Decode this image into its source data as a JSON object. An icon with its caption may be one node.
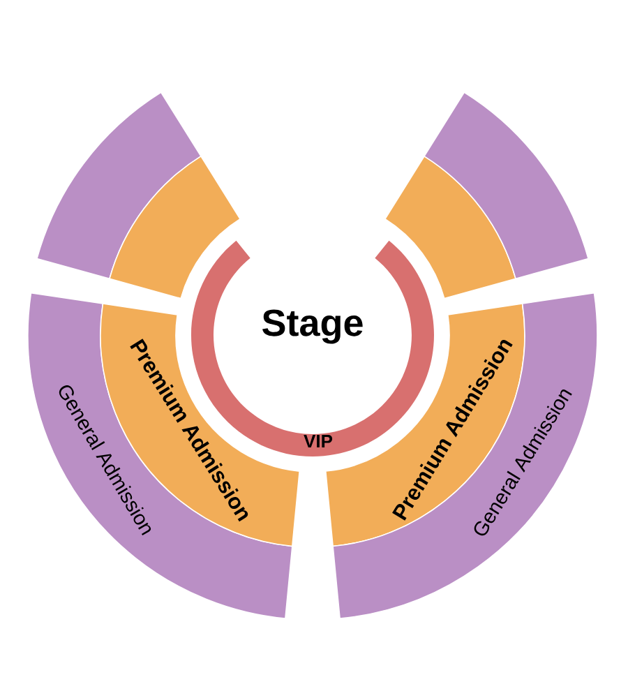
{
  "diagram": {
    "nodes": [
      {
        "text": [],
        "shape": "sector"
      },
      {
        "text": [],
        "shape": "sector"
      },
      {
        "text": [],
        "shape": "sector"
      },
      {
        "text": [],
        "shape": "sector"
      },
      {
        "text": [
          "VIP"
        ]
      },
      {
        "text": [
          "General Admission"
        ]
      },
      {
        "text": [
          "Premium Admission"
        ]
      },
      {
        "text": [
          "Premium Admission"
        ]
      },
      {
        "text": [
          "General Admission"
        ]
      }
    ],
    "labels": [
      "Stage"
    ]
  }
}
